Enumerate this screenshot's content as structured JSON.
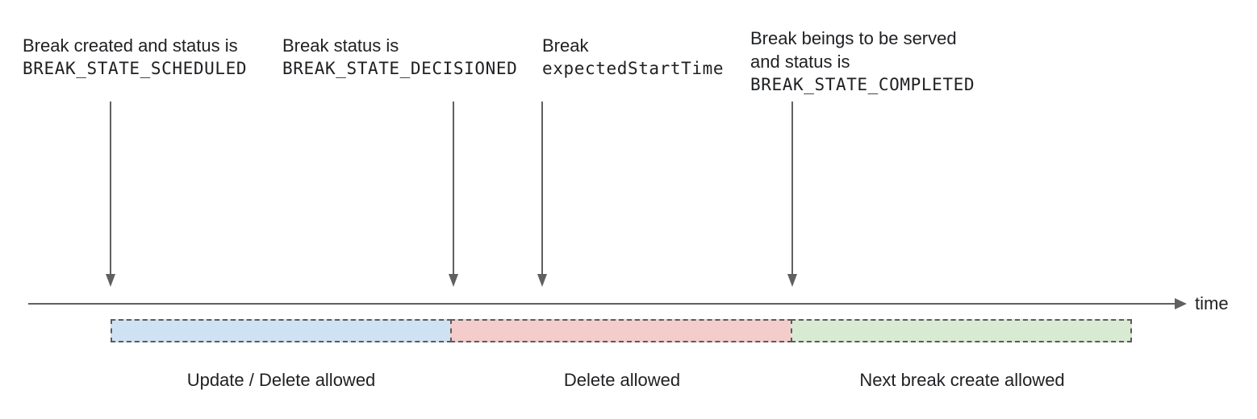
{
  "annotations": [
    {
      "lines": [
        "Break created and status is"
      ],
      "code": "BREAK_STATE_SCHEDULED"
    },
    {
      "lines": [
        "Break status is"
      ],
      "code": "BREAK_STATE_DECISIONED"
    },
    {
      "lines": [
        "Break"
      ],
      "code": "expectedStartTime"
    },
    {
      "lines": [
        "Break beings to be served",
        "and status is"
      ],
      "code": "BREAK_STATE_COMPLETED"
    }
  ],
  "timeline": {
    "axis_label": "time"
  },
  "segments": [
    {
      "label": "Update / Delete allowed",
      "fill": "#cfe2f3"
    },
    {
      "label": "Delete allowed",
      "fill": "#f4cccc"
    },
    {
      "label": "Next break create allowed",
      "fill": "#d9ead3"
    }
  ],
  "colors": {
    "text": "#202124",
    "line_gray": "#606060",
    "segment_border": "#5b5b5b"
  }
}
